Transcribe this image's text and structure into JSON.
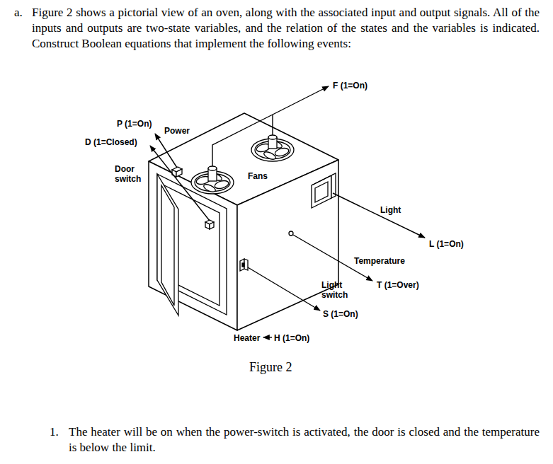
{
  "diagram": {
    "caption": "Figure 2",
    "labels": [
      "a.",
      "Figure 2 shows a pictorial view of an oven, along with the associated input and output signals. All of the inputs and outputs are two-state variables, and the relation of the states and the variables is indicated. Construct Boolean equations that implement the following events:",
      "F (1=On)",
      "P (1=On)",
      "Power",
      "D (1=Closed)",
      "Door switch",
      "Fans",
      "Light",
      "L (1=On)",
      "Temperature",
      "T (1=Over)",
      "Light switch",
      "S (1=On)",
      "Heater",
      "H (1=On)",
      "1.",
      "The heater will be on when the power-switch is activated, the door is closed and the temperature is below the limit."
    ]
  }
}
